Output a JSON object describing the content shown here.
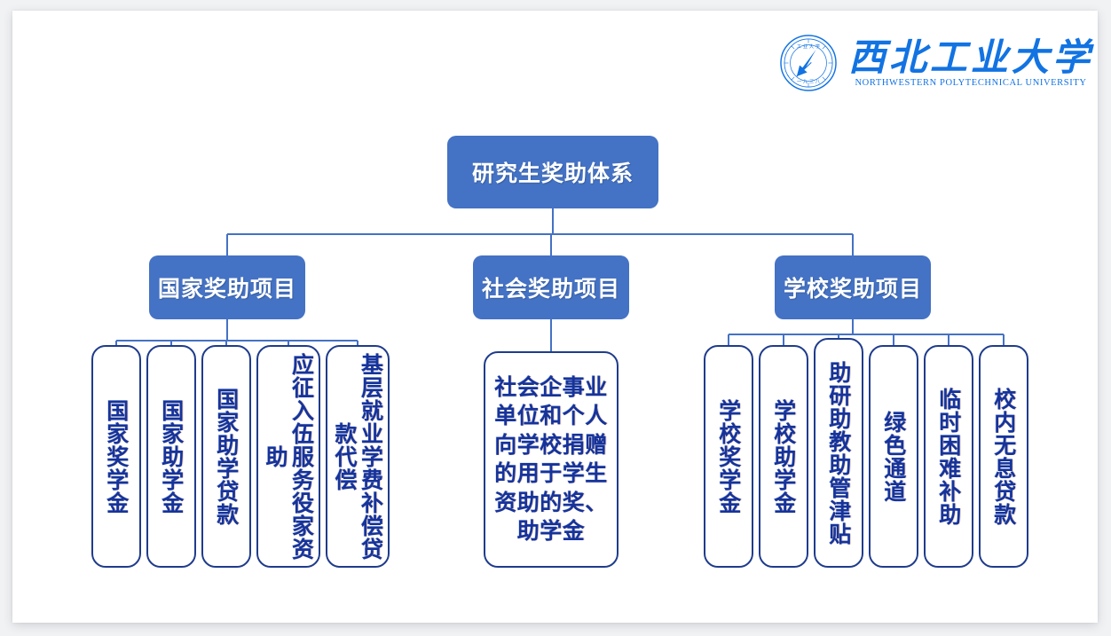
{
  "slide": {
    "background": "#ffffff",
    "page_background": "#f1f2f4"
  },
  "logo": {
    "emblem_name": "university-seal-emblem",
    "name_cn": "西北工业大学",
    "name_en": "NORTHWESTERN  POLYTECHNICAL  UNIVERSITY",
    "color": "#1273e2"
  },
  "colors": {
    "node_fill": "#4472c4",
    "node_text": "#ffffff",
    "leaf_border": "#1f3c8c",
    "leaf_text": "#16339b",
    "connector": "#4472c4"
  },
  "chart_data": {
    "type": "tree-diagram",
    "title": "研究生奖助体系",
    "root": {
      "label": "研究生奖助体系",
      "style": "filled"
    },
    "branches": [
      {
        "label": "国家奖助项目",
        "style": "filled",
        "children": [
          {
            "label": "国家奖学金",
            "orientation": "vertical",
            "columns": 1
          },
          {
            "label": "国家助学金",
            "orientation": "vertical",
            "columns": 1
          },
          {
            "label": "国家助学贷款",
            "orientation": "vertical",
            "columns": 1
          },
          {
            "label": "应征入伍服务役家资助",
            "orientation": "vertical",
            "columns": 2
          },
          {
            "label": "基层就业学费补偿贷款代偿",
            "orientation": "vertical",
            "columns": 2
          }
        ]
      },
      {
        "label": "社会奖助项目",
        "style": "filled",
        "children": [
          {
            "label": "社会企事业单位和个人向学校捐赠的用于学生资助的奖、助学金",
            "orientation": "horizontal",
            "columns": 1
          }
        ]
      },
      {
        "label": "学校奖助项目",
        "style": "filled",
        "children": [
          {
            "label": "学校奖学金",
            "orientation": "vertical",
            "columns": 1
          },
          {
            "label": "学校助学金",
            "orientation": "vertical",
            "columns": 1
          },
          {
            "label": "助研助教助管津贴",
            "orientation": "vertical",
            "columns": 1
          },
          {
            "label": "绿色通道",
            "orientation": "vertical",
            "columns": 1
          },
          {
            "label": "临时困难补助",
            "orientation": "vertical",
            "columns": 1
          },
          {
            "label": "校内无息贷款",
            "orientation": "vertical",
            "columns": 1
          }
        ]
      }
    ]
  }
}
